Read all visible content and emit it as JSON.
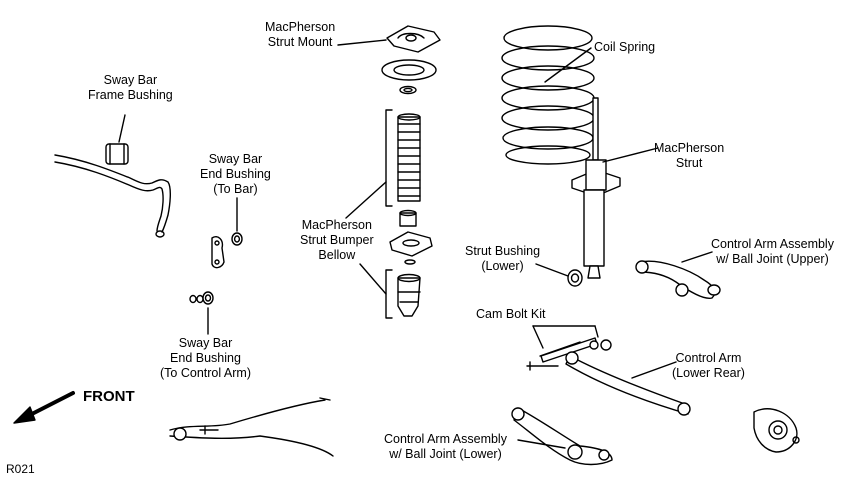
{
  "labels": {
    "strut_mount": [
      "MacPherson",
      "Strut Mount"
    ],
    "coil_spring": [
      "Coil Spring"
    ],
    "sway_bar_frame_bushing": [
      "Sway Bar",
      "Frame Bushing"
    ],
    "macpherson_strut": [
      "MacPherson",
      "Strut"
    ],
    "sway_bar_end_bushing_bar": [
      "Sway Bar",
      "End Bushing",
      "(To Bar)"
    ],
    "strut_bumper_bellow": [
      "MacPherson",
      "Strut Bumper",
      "Bellow"
    ],
    "control_arm_upper": [
      "Control Arm Assembly",
      "w/ Ball Joint (Upper)"
    ],
    "strut_bushing_lower": [
      "Strut Bushing",
      "(Lower)"
    ],
    "cam_bolt_kit": [
      "Cam Bolt Kit"
    ],
    "sway_bar_end_bushing_arm": [
      "Sway Bar",
      "End Bushing",
      "(To Control Arm)"
    ],
    "control_arm_lower_rear": [
      "Control Arm",
      "(Lower Rear)"
    ],
    "control_arm_lower": [
      "Control Arm Assembly",
      "w/ Ball Joint (Lower)"
    ]
  },
  "front_label": "FRONT",
  "diagram_code": "R021"
}
